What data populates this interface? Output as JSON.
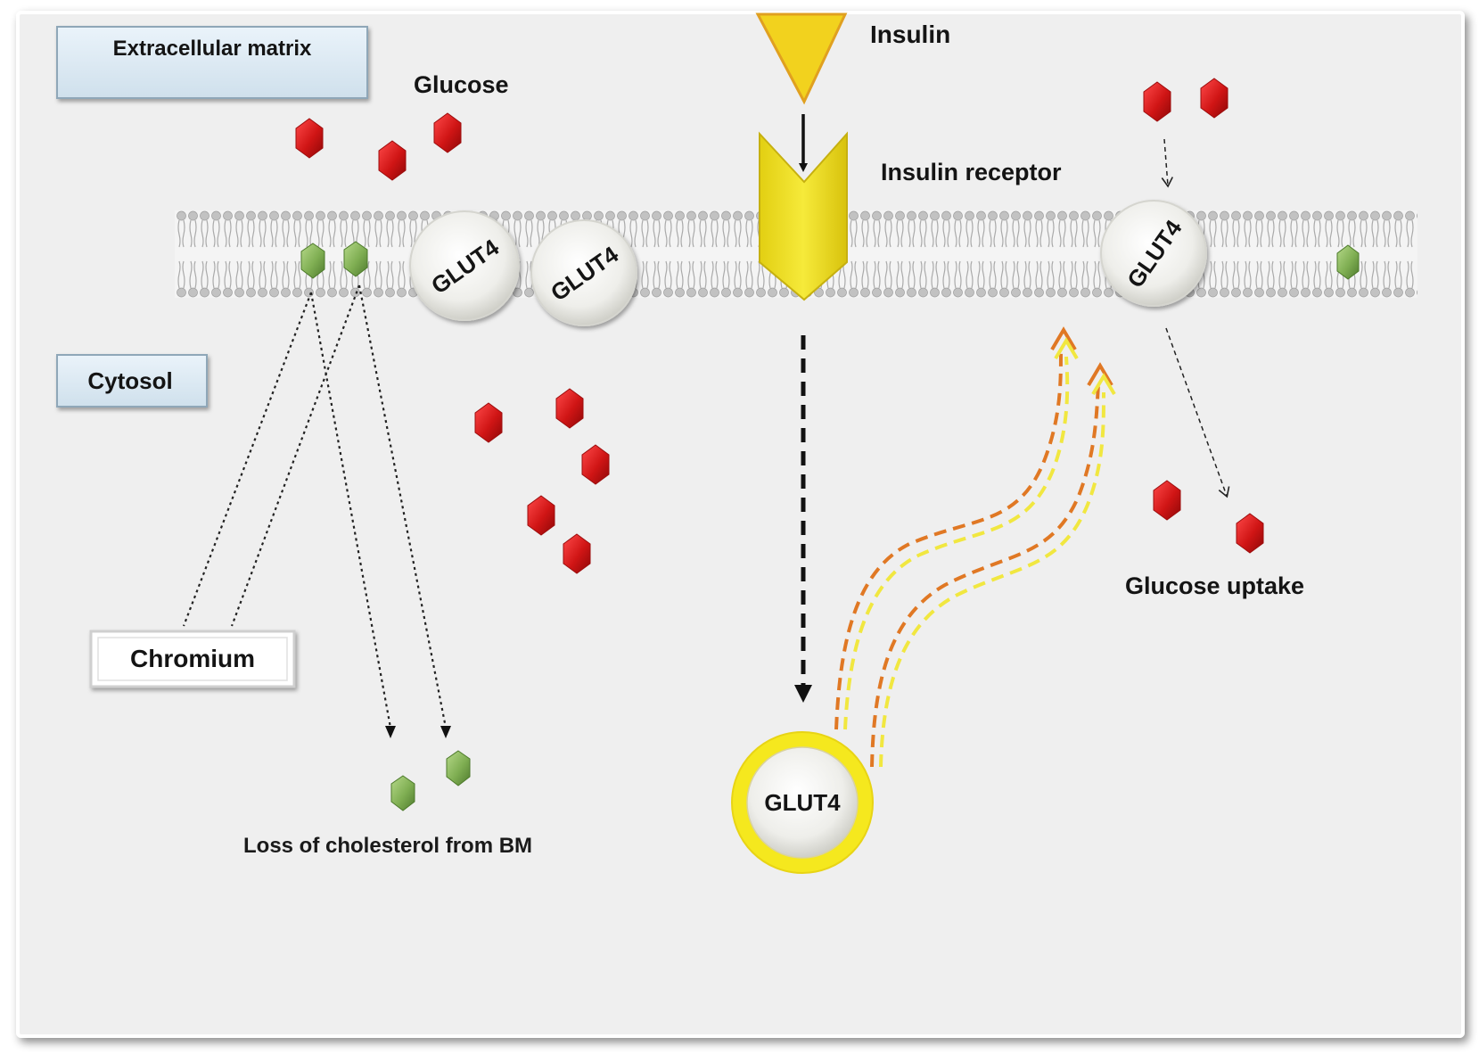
{
  "labels": {
    "extracellular": "Extracellular matrix",
    "glucose": "Glucose",
    "insulin": "Insulin",
    "insulin_receptor": "Insulin receptor",
    "cytosol": "Cytosol",
    "chromium": "Chromium",
    "loss_cholesterol": "Loss of cholesterol from BM",
    "glucose_uptake": "Glucose uptake",
    "glut4": "GLUT4"
  },
  "colors": {
    "glucose": "#d01515",
    "cholesterol": "#7fae52",
    "insulin": "#f2d21e",
    "receptor": "#eedc1a",
    "vesicle_ring": "#f0e01e",
    "arrow_orange": "#e07824",
    "arrow_yellow": "#f1e740",
    "label_box": "#dbe9f3",
    "membrane": "#b9b9b9",
    "background": "#efefef"
  }
}
